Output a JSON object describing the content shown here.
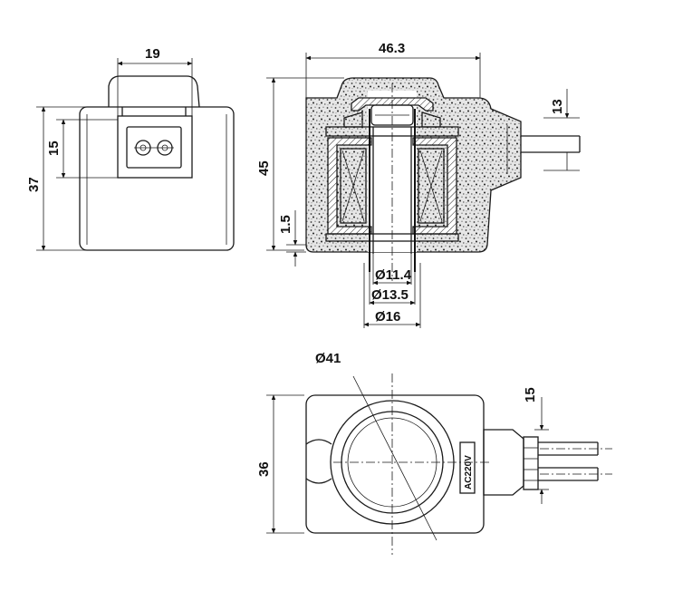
{
  "dimensions": {
    "front_width": "19",
    "front_height_total": "37",
    "front_connector_height": "15",
    "section_width": "46.3",
    "section_height": "45",
    "cable_offset": "13",
    "flange_thickness": "1.5",
    "bore_inner": "Ø11.4",
    "bore_middle": "Ø13.5",
    "bore_outer": "Ø16",
    "top_outer_diameter": "Ø41",
    "top_height": "36",
    "cable_spacing": "15"
  },
  "labels": {
    "voltage_marking": "AC220V"
  }
}
